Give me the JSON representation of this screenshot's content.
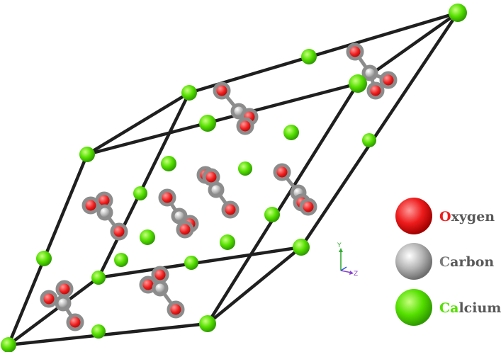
{
  "legend": [
    {
      "key": "oxygen",
      "first_letter": "O",
      "rest": "xygen",
      "color": "#ee1c1c",
      "highlight": "#ff9a9a"
    },
    {
      "key": "carbon",
      "first_letter": "C",
      "rest": "arbon",
      "color": "#a9a9a9",
      "highlight": "#f2f2f2"
    },
    {
      "key": "calcium",
      "first_letter": "Ca",
      "rest": "lcium",
      "color": "#55e000",
      "highlight": "#c8ff80"
    }
  ],
  "text_color": "#595959",
  "frame_color": "#1f1f1f",
  "axis_triad": {
    "y_label": "Y",
    "z_label": "Z",
    "y_color": "#33aa33",
    "z_color": "#8844cc",
    "x_color": "#3355dd"
  }
}
